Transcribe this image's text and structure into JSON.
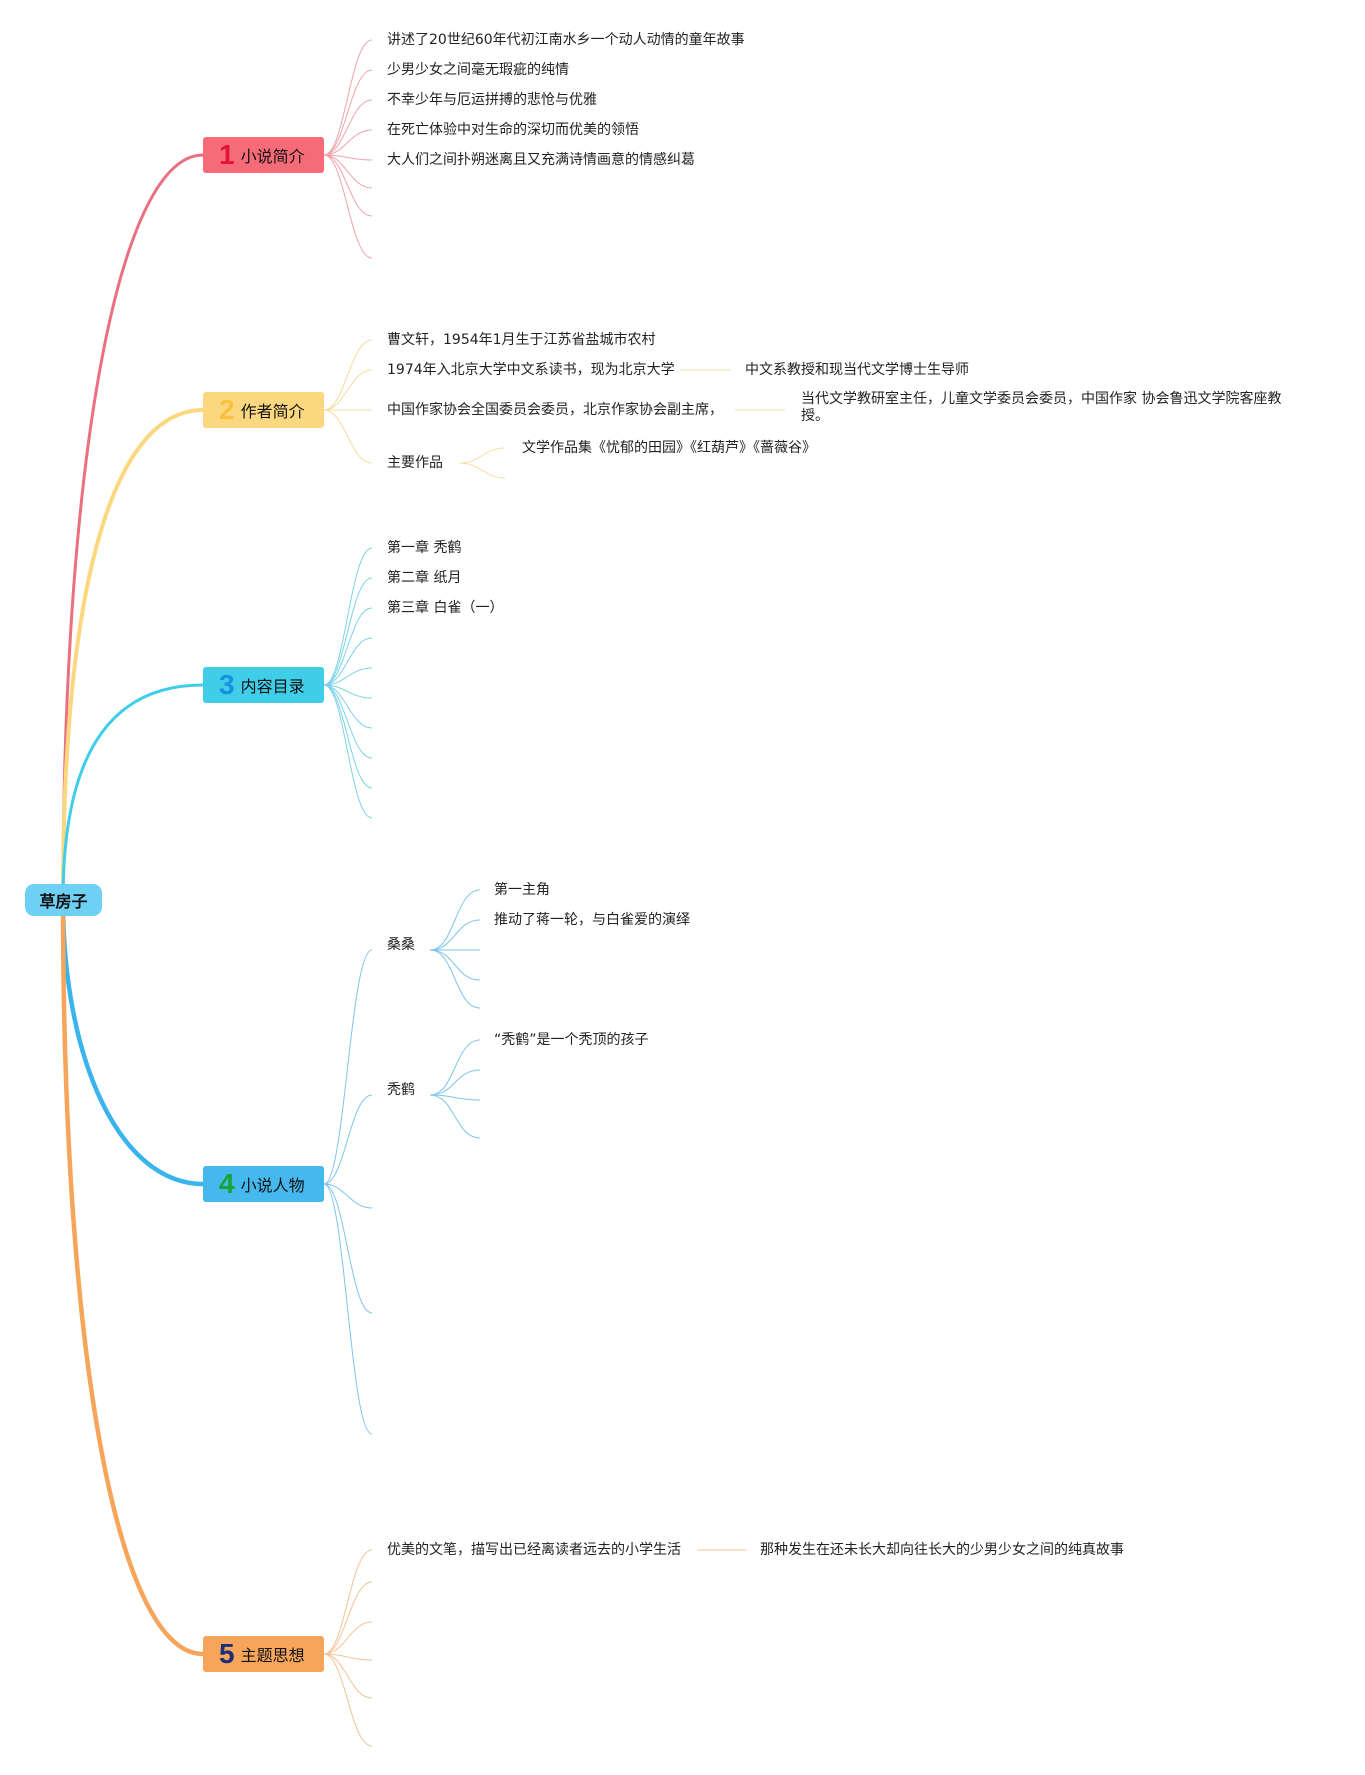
{
  "root": {
    "label": "草房子"
  },
  "branches": [
    {
      "num": "1",
      "label": "小说简介",
      "items": [
        "讲述了20世纪60年代初江南水乡一个动人动情的童年故事",
        "少男少女之间毫无瑕疵的纯情",
        "不幸少年与厄运拼搏的悲怆与优雅",
        "在死亡体验中对生命的深切而优美的领悟",
        "大人们之间扑朔迷离且又充满诗情画意的情感纠葛"
      ]
    },
    {
      "num": "2",
      "label": "作者简介",
      "items": [
        "曹文轩，1954年1月生于江苏省盐城市农村",
        "1974年入北京大学中文系读书，现为北京大学",
        "中国作家协会全国委员会委员，北京作家协会副主席，",
        "主要作品"
      ],
      "subs": [
        "中文系教授和现当代文学博士生导师",
        "当代文学教研室主任，儿童文学委员会委员，中国作家 协会鲁迅文学院客座教授。",
        "文学作品集《忧郁的田园》《红葫芦》《蔷薇谷》"
      ]
    },
    {
      "num": "3",
      "label": "内容目录",
      "items": [
        "第一章 秃鹤",
        "第二章 纸月",
        "第三章 白雀（一）"
      ]
    },
    {
      "num": "4",
      "label": "小说人物",
      "items": [
        "桑桑",
        "秃鹤"
      ],
      "subs": [
        "第一主角",
        "推动了蒋一轮，与白雀爱的演绎",
        "“秃鹤”是一个秃顶的孩子"
      ]
    },
    {
      "num": "5",
      "label": "主题思想",
      "items": [
        "优美的文笔，描写出已经离读者远去的小学生活"
      ],
      "subs": [
        "那种发生在还未长大却向往长大的少男少女之间的纯真故事"
      ]
    }
  ],
  "colors": {
    "b1": "#f76b78",
    "b2": "#fbd880",
    "b3": "#3fcde8",
    "b4": "#45b8ee",
    "b5": "#f6a55a"
  }
}
